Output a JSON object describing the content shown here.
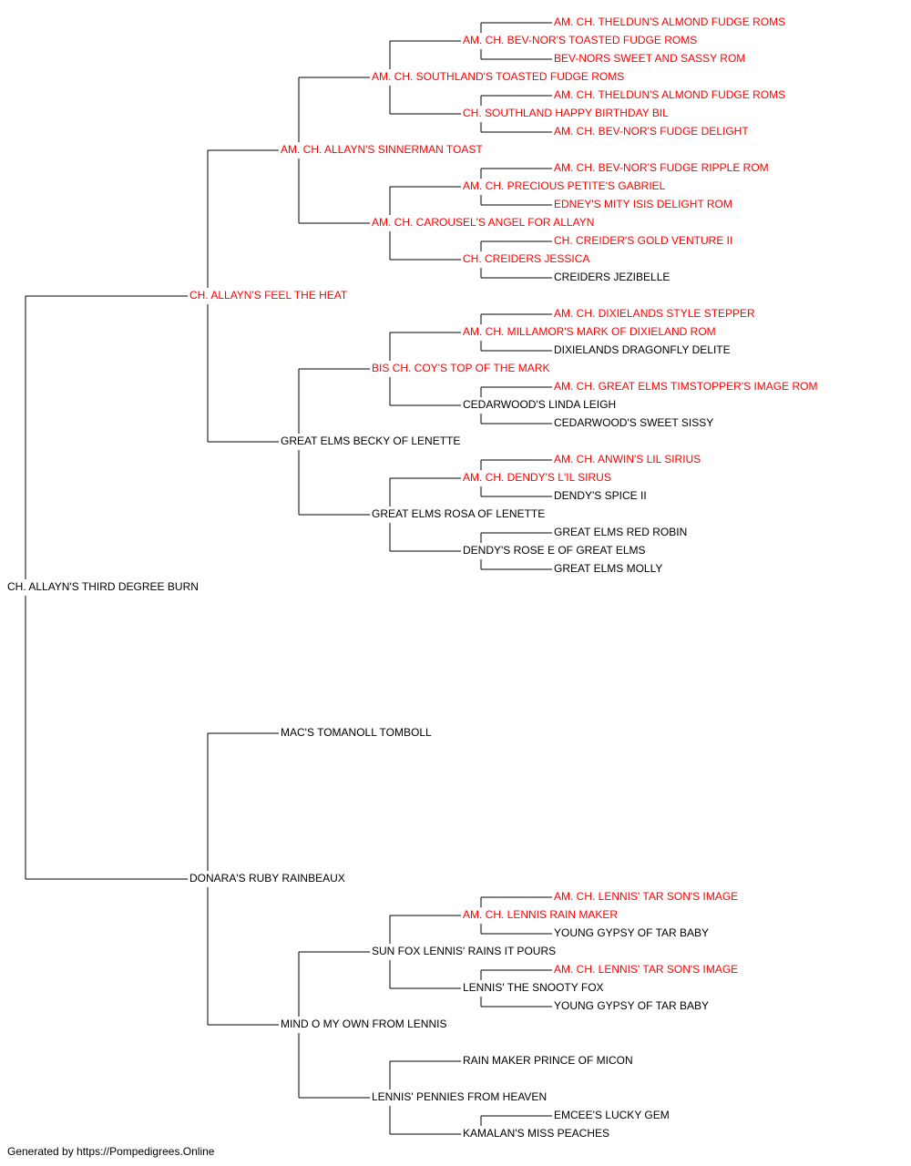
{
  "colors": {
    "champion": "#ff0000",
    "normal": "#000000",
    "line": "#000000"
  },
  "pedigree": {
    "subject": {
      "name": "CH. ALLAYN'S THIRD DEGREE BURN",
      "champion": false
    },
    "sire": {
      "name": "CH. ALLAYN'S FEEL THE HEAT",
      "champion": true,
      "sire": {
        "name": "AM. CH. ALLAYN'S SINNERMAN TOAST",
        "champion": true,
        "sire": {
          "name": "AM. CH. SOUTHLAND'S TOASTED FUDGE ROMS",
          "champion": true,
          "sire": {
            "name": "AM. CH. BEV-NOR'S TOASTED FUDGE ROMS",
            "champion": true,
            "sire": {
              "name": "AM. CH. THELDUN'S ALMOND FUDGE ROMS",
              "champion": true
            },
            "dam": {
              "name": "BEV-NORS SWEET AND SASSY ROM",
              "champion": true
            }
          },
          "dam": {
            "name": "CH. SOUTHLAND HAPPY BIRTHDAY BIL",
            "champion": true,
            "sire": {
              "name": "AM. CH. THELDUN'S ALMOND FUDGE ROMS",
              "champion": true
            },
            "dam": {
              "name": "AM. CH. BEV-NOR'S FUDGE DELIGHT",
              "champion": true
            }
          }
        },
        "dam": {
          "name": "AM. CH. CAROUSEL'S ANGEL FOR ALLAYN",
          "champion": true,
          "sire": {
            "name": "AM. CH. PRECIOUS PETITE'S GABRIEL",
            "champion": true,
            "sire": {
              "name": "AM. CH. BEV-NOR'S FUDGE RIPPLE ROM",
              "champion": true
            },
            "dam": {
              "name": "EDNEY'S MITY ISIS DELIGHT ROM",
              "champion": true
            }
          },
          "dam": {
            "name": "CH. CREIDERS JESSICA",
            "champion": true,
            "sire": {
              "name": "CH. CREIDER'S GOLD VENTURE II",
              "champion": true
            },
            "dam": {
              "name": "CREIDERS JEZIBELLE",
              "champion": false
            }
          }
        }
      },
      "dam": {
        "name": "GREAT ELMS BECKY OF LENETTE",
        "champion": false,
        "sire": {
          "name": "BIS CH. COY'S TOP OF THE MARK",
          "champion": true,
          "sire": {
            "name": "AM. CH. MILLAMOR'S MARK OF DIXIELAND ROM",
            "champion": true,
            "sire": {
              "name": "AM. CH. DIXIELANDS STYLE STEPPER",
              "champion": true
            },
            "dam": {
              "name": "DIXIELANDS DRAGONFLY DELITE",
              "champion": false
            }
          },
          "dam": {
            "name": "CEDARWOOD'S LINDA LEIGH",
            "champion": false,
            "sire": {
              "name": "AM. CH. GREAT ELMS TIMSTOPPER'S IMAGE ROM",
              "champion": true
            },
            "dam": {
              "name": "CEDARWOOD'S SWEET SISSY",
              "champion": false
            }
          }
        },
        "dam": {
          "name": "GREAT ELMS ROSA OF LENETTE",
          "champion": false,
          "sire": {
            "name": "AM. CH. DENDY'S L'IL SIRUS",
            "champion": true,
            "sire": {
              "name": "AM. CH. ANWIN'S LIL SIRIUS",
              "champion": true
            },
            "dam": {
              "name": "DENDY'S SPICE II",
              "champion": false
            }
          },
          "dam": {
            "name": "DENDY'S ROSE E OF GREAT ELMS",
            "champion": false,
            "sire": {
              "name": "GREAT ELMS RED ROBIN",
              "champion": false
            },
            "dam": {
              "name": "GREAT ELMS MOLLY",
              "champion": false
            }
          }
        }
      }
    },
    "dam": {
      "name": "DONARA'S RUBY RAINBEAUX",
      "champion": false,
      "sire": {
        "name": "MAC'S TOMANOLL TOMBOLL",
        "champion": false
      },
      "dam": {
        "name": "MIND O MY OWN FROM LENNIS",
        "champion": false,
        "sire": {
          "name": "SUN FOX LENNIS' RAINS IT POURS",
          "champion": false,
          "sire": {
            "name": "AM. CH. LENNIS RAIN MAKER",
            "champion": true,
            "sire": {
              "name": "AM. CH. LENNIS' TAR SON'S IMAGE",
              "champion": true
            },
            "dam": {
              "name": "YOUNG GYPSY OF TAR BABY",
              "champion": false
            }
          },
          "dam": {
            "name": "LENNIS' THE SNOOTY FOX",
            "champion": false,
            "sire": {
              "name": "AM. CH. LENNIS' TAR SON'S IMAGE",
              "champion": true
            },
            "dam": {
              "name": "YOUNG GYPSY OF TAR BABY",
              "champion": false
            }
          }
        },
        "dam": {
          "name": "LENNIS' PENNIES FROM HEAVEN",
          "champion": false,
          "sire": {
            "name": "RAIN MAKER PRINCE OF MICON",
            "champion": false
          },
          "dam": {
            "name": "KAMALAN'S MISS PEACHES",
            "champion": false,
            "sire": {
              "name": "EMCEE'S LUCKY GEM",
              "champion": false
            }
          }
        }
      }
    }
  },
  "footer": {
    "text": "Generated by https://Pompedigrees.Online"
  }
}
